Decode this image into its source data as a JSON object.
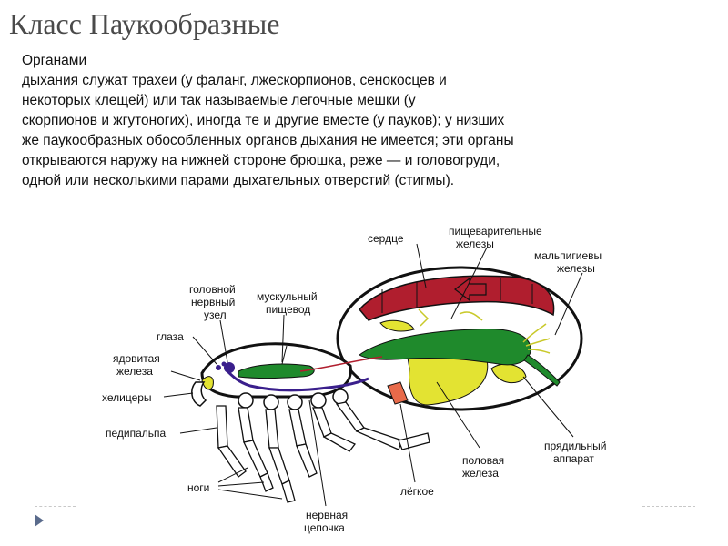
{
  "slide": {
    "title": "Класс Паукообразные",
    "paragraph_lines": [
      "Органами",
      "дыхания служат трахеи (у фаланг, лжескорпионов, сенокосцев и",
      "некоторых клещей) или так называемые легочные мешки (у",
      "скорпионов и жгутоногих), иногда те и другие вместе (у пауков); у низших",
      "же паукообразных обособленных органов дыхания не имеется; эти органы",
      "открываются наружу на нижней стороне брюшка, реже — и головогруди,",
      "одной или несколькими парами дыхательных отверстий (стигмы)."
    ]
  },
  "diagram": {
    "labels": {
      "heart": "сердце",
      "digestive_glands_1": "пищеварительные",
      "digestive_glands_2": "железы",
      "malpighian_1": "мальпигиевы",
      "malpighian_2": "железы",
      "head_ganglion_1": "головной",
      "head_ganglion_2": "нервный",
      "head_ganglion_3": "узел",
      "muscular_esophagus_1": "мускульный",
      "muscular_esophagus_2": "пищевод",
      "eyes": "глаза",
      "venom_gland_1": "ядовитая",
      "venom_gland_2": "железа",
      "chelicerae": "хелицеры",
      "pedipalp": "педипальпа",
      "legs": "ноги",
      "nerve_chain_1": "нервная",
      "nerve_chain_2": "цепочка",
      "lung": "лёгкое",
      "sex_gland_1": "половая",
      "sex_gland_2": "железа",
      "spinning_1": "прядильный",
      "spinning_2": "аппарат"
    },
    "colors": {
      "heart": "#b01e2e",
      "gut": "#1f8a2c",
      "glands": "#dede2e",
      "nerve": "#3a1f8c",
      "lung": "#e86a4a"
    }
  }
}
